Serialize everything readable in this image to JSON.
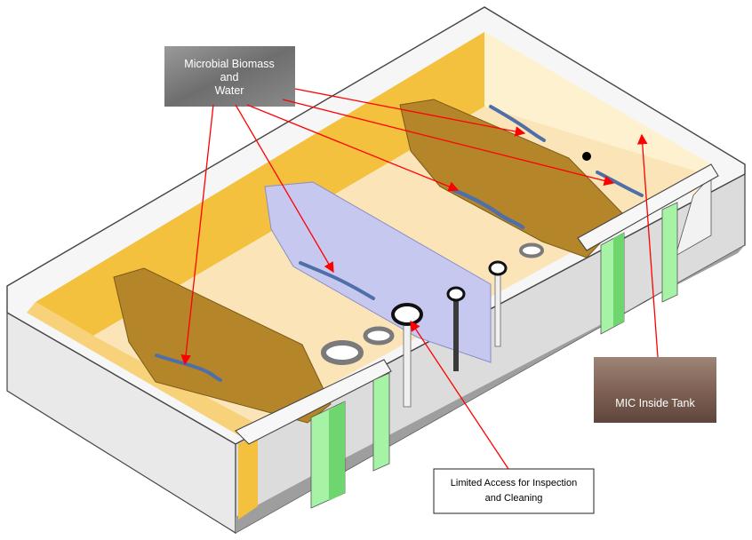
{
  "labels": {
    "biomass_line1": "Microbial Biomass",
    "biomass_line2": "and",
    "biomass_line3": "Water",
    "mic": "MIC Inside Tank",
    "access_line1": "Limited Access for Inspection",
    "access_line2": "and Cleaning"
  },
  "colors": {
    "floor": "#fbe5b8",
    "side_wall": "#f4c13e",
    "far_wall": "#fdf3d8",
    "baffle": "#b5852a",
    "center_baffle": "#c6c8ef",
    "pipe_green": "#a6f3a6",
    "arrow": "#ff0000",
    "biomass": "#4f6fa8"
  }
}
